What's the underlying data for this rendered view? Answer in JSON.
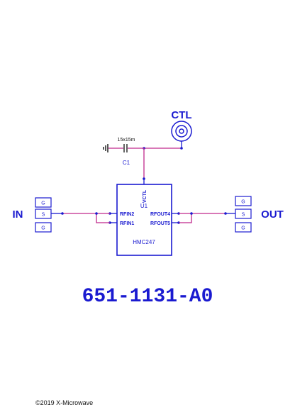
{
  "ctl_label": "CTL",
  "in_label": "IN",
  "out_label": "OUT",
  "capacitor": {
    "size": "15x15m",
    "ref": "C1"
  },
  "ic": {
    "ref": "U1",
    "part": "HMC247",
    "pin_vctl": "VCTL",
    "pin_rfin2": "RFIN2",
    "pin_rfin1": "RFIN1",
    "pin_rfout4": "RFOUT4",
    "pin_rfout5": "RFOUT5"
  },
  "in_connector": {
    "top": "G",
    "mid": "S",
    "bot": "G"
  },
  "out_connector": {
    "top": "G",
    "mid": "S",
    "bot": "G"
  },
  "part_number": "651-1131-A0",
  "copyright": "©2019 X-Microwave"
}
